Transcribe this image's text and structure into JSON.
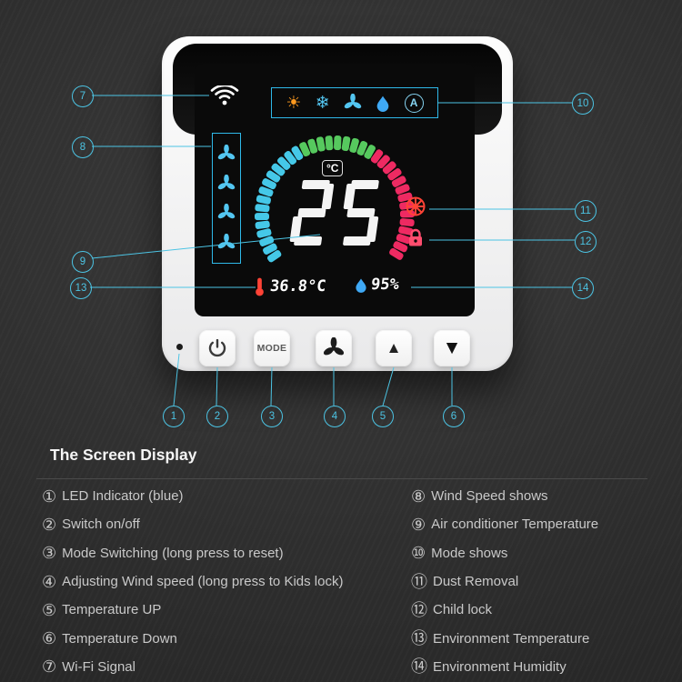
{
  "legend": {
    "title": "The Screen Display",
    "left": [
      {
        "num": "①",
        "label": "LED Indicator (blue)"
      },
      {
        "num": "②",
        "label": "Switch on/off"
      },
      {
        "num": "③",
        "label": "Mode Switching (long press to reset)"
      },
      {
        "num": "④",
        "label": "Adjusting Wind speed (long press to Kids lock)"
      },
      {
        "num": "⑤",
        "label": "Temperature UP"
      },
      {
        "num": "⑥",
        "label": "Temperature Down"
      },
      {
        "num": "⑦",
        "label": "Wi-Fi Signal"
      }
    ],
    "right": [
      {
        "num": "⑧",
        "label": "Wind Speed shows"
      },
      {
        "num": "⑨",
        "label": "Air conditioner Temperature"
      },
      {
        "num": "⑩",
        "label": "Mode shows"
      },
      {
        "num": "⑪",
        "label": "Dust Removal"
      },
      {
        "num": "⑫",
        "label": "Child lock"
      },
      {
        "num": "⑬",
        "label": "Environment Temperature"
      },
      {
        "num": "⑭",
        "label": "Environment Humidity"
      }
    ]
  },
  "callouts": {
    "nums": [
      "1",
      "2",
      "3",
      "4",
      "5",
      "6",
      "7",
      "8",
      "9",
      "10",
      "11",
      "12",
      "13",
      "14"
    ]
  },
  "screen": {
    "set_temp": "25",
    "unit": "°C",
    "env_temp": "36.8°C",
    "humidity": "95%",
    "auto_label": "A",
    "fan_speed_levels": 4,
    "mode_icons": [
      "sun",
      "snowflake",
      "fan",
      "water-drop",
      "auto"
    ],
    "glyphs": {
      "sun": "☀",
      "snowflake": "❄"
    }
  },
  "buttons": {
    "mode": "MODE",
    "up": "▲",
    "down": "▼"
  },
  "colors": {
    "callout": "#4cc4e4",
    "gauge_cyan": "#45c8e8",
    "gauge_green": "#56c95e",
    "gauge_red": "#ee2a62"
  }
}
